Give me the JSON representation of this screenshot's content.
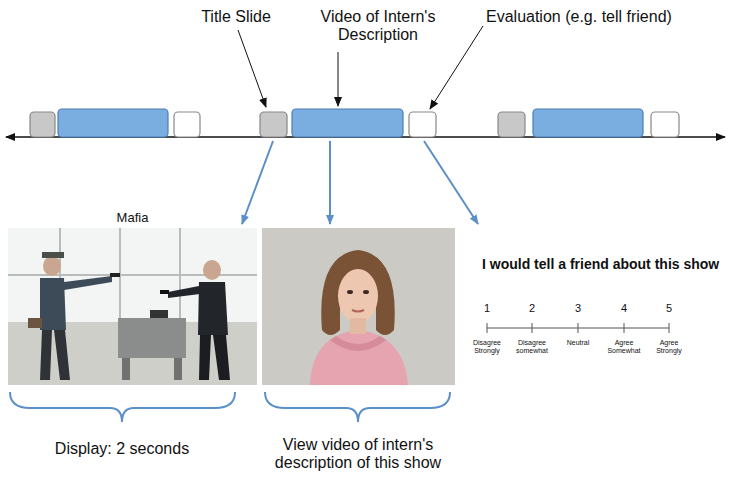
{
  "diagram": {
    "nodes": [
      {
        "text": [
          "Mafia"
        ]
      }
    ],
    "labels": [
      "Title Slide",
      "Video of Intern's Description",
      "Evaluation (e.g. tell friend)",
      "I would tell a friend about this show",
      "1",
      "2",
      "3",
      "4",
      "5",
      "Disagree Strongly",
      "Disagree somewhat",
      "Neutral",
      "Agree Somewhat",
      "Agree Strongly",
      "Display: 2 seconds",
      "View video of intern's description of this show"
    ]
  }
}
